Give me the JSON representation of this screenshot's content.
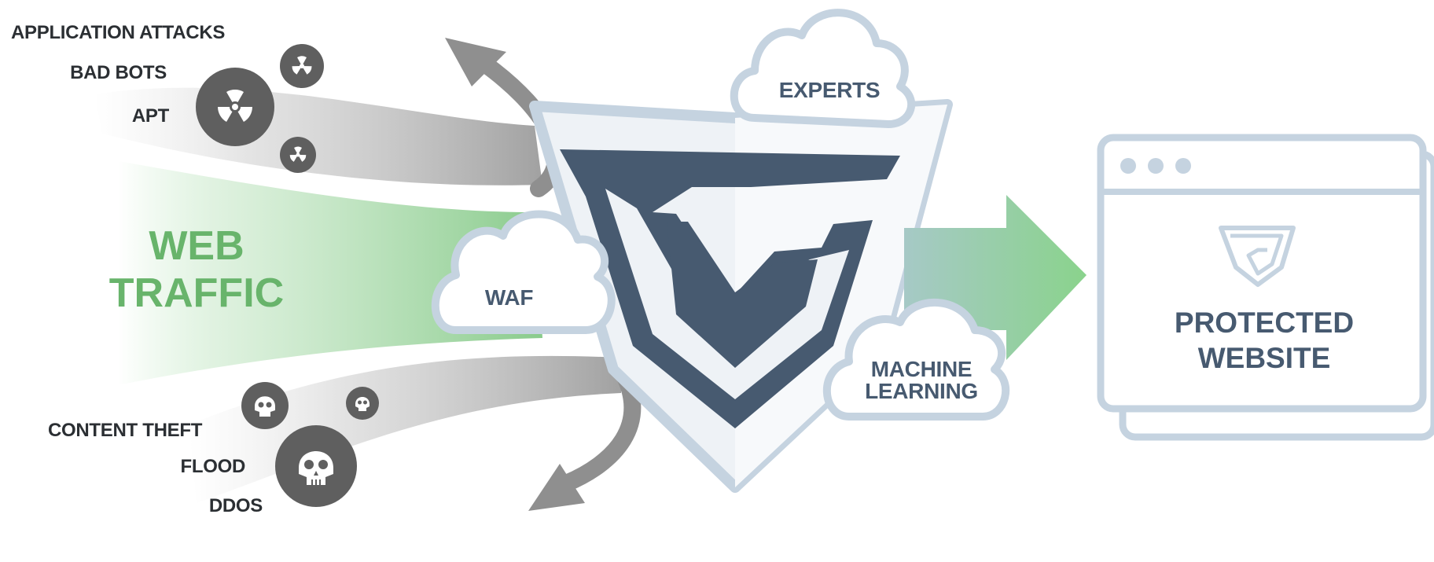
{
  "threats_top": {
    "application_attacks": "APPLICATION ATTACKS",
    "bad_bots": "BAD BOTS",
    "apt": "APT"
  },
  "traffic": {
    "line1": "WEB",
    "line2": "TRAFFIC"
  },
  "threats_bottom": {
    "content_theft": "CONTENT THEFT",
    "flood": "FLOOD",
    "ddos": "DDOS"
  },
  "clouds": {
    "experts": "EXPERTS",
    "waf": "WAF",
    "ml_line1": "MACHINE",
    "ml_line2": "LEARNING"
  },
  "website": {
    "line1": "PROTECTED",
    "line2": "WEBSITE"
  },
  "colors": {
    "traffic_green": "#68b46b",
    "shield_navy": "#475a70",
    "outline_blue": "#c5d3e0",
    "threat_gray": "#5f5f5f"
  },
  "icons": {
    "radiation": "radiation-icon",
    "skull": "skull-icon"
  }
}
